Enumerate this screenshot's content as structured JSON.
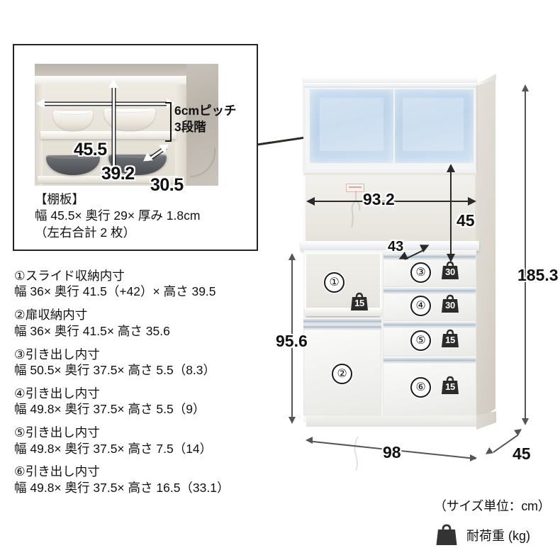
{
  "inset": {
    "width_label": "45.5",
    "height_label": "39.2",
    "depth_label": "30.5",
    "pitch_line1": "6cmピッチ",
    "pitch_line2": "3段階",
    "caption_line1": "【棚板】",
    "caption_line2": "幅 45.5× 奥行 29× 厚み 1.8cm",
    "caption_line3": "（左右合計 2 枚）"
  },
  "specs": [
    {
      "title": "①スライド収納内寸",
      "body": "幅 36× 奥行 41.5（+42）× 高さ 39.5"
    },
    {
      "title": "②扉収納内寸",
      "body": "幅 36× 奥行 41.5× 高さ 35.6"
    },
    {
      "title": "③引き出し内寸",
      "body": "幅 50.5× 奥行 37.5× 高さ 5.5（8.3）"
    },
    {
      "title": "④引き出し内寸",
      "body": "幅 49.8× 奥行 37.5× 高さ 5.5（9）"
    },
    {
      "title": "⑤引き出し内寸",
      "body": "幅 49.8× 奥行 37.5× 高さ 7.5（14）"
    },
    {
      "title": "⑥引き出し内寸",
      "body": "幅 49.8× 奥行 37.5× 高さ 16.5（33.1）"
    }
  ],
  "cabinet": {
    "open_shelf_width": "93.2",
    "open_shelf_height": "45",
    "open_shelf_depth": "43",
    "total_height": "185.3",
    "lower_height": "95.6",
    "total_width": "98",
    "total_depth": "45"
  },
  "callouts": [
    {
      "id": "1",
      "label": "①"
    },
    {
      "id": "2",
      "label": "②"
    },
    {
      "id": "3",
      "label": "③"
    },
    {
      "id": "4",
      "label": "④"
    },
    {
      "id": "5",
      "label": "⑤"
    },
    {
      "id": "6",
      "label": "⑥"
    }
  ],
  "badges": [
    {
      "for": "1",
      "value": "15"
    },
    {
      "for": "3",
      "value": "30"
    },
    {
      "for": "4",
      "value": "30"
    },
    {
      "for": "5",
      "value": "15"
    },
    {
      "for": "6",
      "value": "15"
    }
  ],
  "legend": {
    "unit_note": "（サイズ単位：cm）",
    "load_label": "耐荷重 (kg)",
    "bag_icon": "load-bag-icon"
  },
  "colors": {
    "ink": "#111111",
    "glass": "#c2d8ec",
    "badge": "#2b2b2b",
    "panel_border": "#242424"
  }
}
